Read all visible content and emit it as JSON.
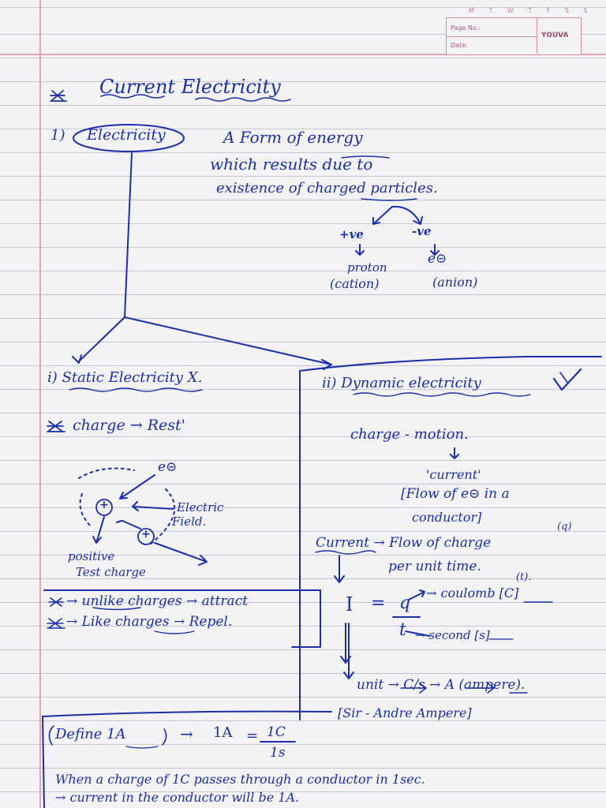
{
  "header": {
    "days": "M T W T F S S",
    "page_no_label": "Page No.:",
    "date_label": "Date:",
    "brand": "YOUVA"
  },
  "notes": {
    "title": "Current Electricity",
    "s1_num": "1)",
    "s1_term": "Electricity",
    "def_l1": "A Form of energy",
    "def_l2": "which results due to",
    "def_l3": "existence of charged particles.",
    "pos": "+ve",
    "neg": "-ve",
    "proton": "proton",
    "cation": "(cation)",
    "electron": "e⊝",
    "anion": "(anion)",
    "static_title": "i) Static Electricity X.",
    "static_charge": "charge → Rest'",
    "static_e": "e⊝",
    "electric_field_1": "Electric",
    "electric_field_2": "Field.",
    "plus1": "+",
    "plus2": "+",
    "pos_test_1": "positive",
    "pos_test_2": "Test charge",
    "unlike": "→ unlike charges → attract",
    "like": "→ Like charges → Repel.",
    "dyn_title": "ii) Dynamic electricity",
    "dyn_charge": "charge - motion.",
    "dyn_current": "'current'",
    "dyn_flow_1": "[Flow of e⊝ in a",
    "dyn_flow_2": "conductor]",
    "current_def_1": "Current → Flow of charge",
    "current_def_2": "per unit time.",
    "q_label": "(q)",
    "t_label": "(t).",
    "formula_i": "I",
    "formula_eq": "=",
    "formula_q": "q",
    "formula_t": "t",
    "coulomb": "→ coulomb [C]",
    "second": "→ second [s]",
    "unit_line": "unit →   C/s   →  A  (ampere).",
    "sir": "[Sir - Andre Ampere]",
    "define": "Define 1A",
    "define_arrow": "→",
    "onea": "1A",
    "onec": "1C",
    "ones": "1s",
    "when_1": "When a charge of 1C passes through a conductor in 1sec.",
    "when_2": "→ current in the conductor will be 1A."
  }
}
